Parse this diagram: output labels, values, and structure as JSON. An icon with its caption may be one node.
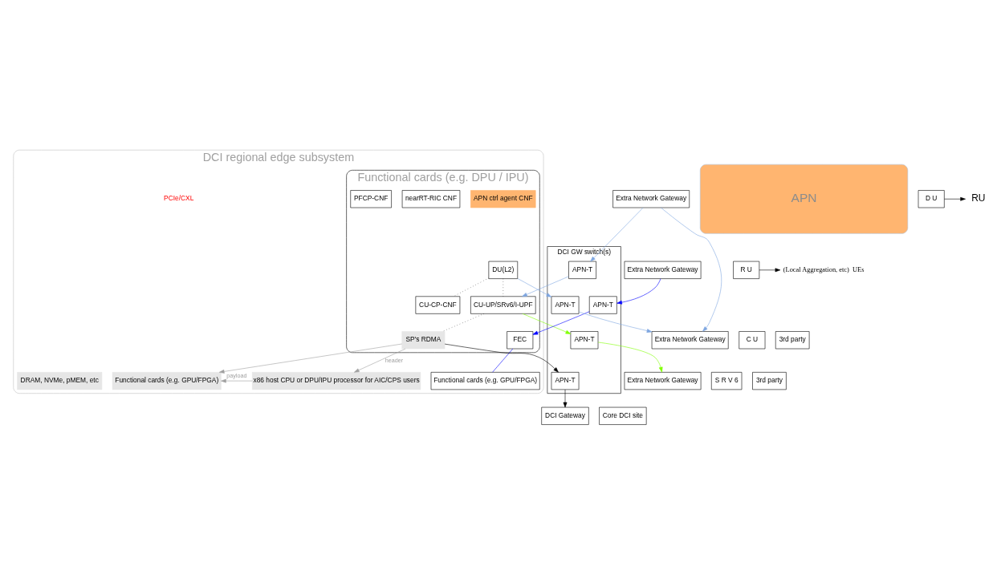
{
  "diagram": {
    "nodes": [
      {
        "text": [
          "DCI regional edge subsystem"
        ]
      },
      {
        "text": [
          "Functional cards (e.g. GPU/FPGA)"
        ],
        "in": 0
      },
      {
        "text": [
          "DRAM, NVMe, pMEM, etc"
        ],
        "in": 0
      },
      {
        "text": [
          "Functional cards (e.g. GPU/FPGA)"
        ],
        "in": 0
      },
      {
        "text": [
          "x86 host CPU or DPU/IPU processor for AIC/CPS users"
        ],
        "in": 0
      },
      {
        "text": [
          "Functional cards (e.g. DPU / IPU)"
        ],
        "in": 0
      },
      {
        "text": [
          "APN ctrl agent CNF"
        ],
        "in": 5
      },
      {
        "text": [
          "nearRT-RIC CNF"
        ],
        "in": 5
      },
      {
        "text": [
          "CU-CP-CNF"
        ],
        "in": 5
      },
      {
        "text": [
          "PFCP-CNF"
        ],
        "in": 5
      },
      {
        "text": [
          "FEC"
        ],
        "in": 5
      },
      {
        "text": [
          "DU(L2)"
        ],
        "in": 5
      },
      {
        "text": [
          "CU-UP/SRv6/I-UPF"
        ],
        "in": 5
      },
      {
        "text": [
          "SP's RDMA"
        ],
        "in": 5
      },
      {
        "text": [
          "DCI GW switch(s)"
        ]
      },
      {
        "text": [
          "APN-T"
        ],
        "in": 14
      },
      {
        "text": [
          "APN-T"
        ],
        "in": 14
      },
      {
        "text": [
          "APN-T"
        ],
        "in": 14
      },
      {
        "text": [
          "APN-T"
        ],
        "in": 14
      },
      {
        "text": [
          "APN-T"
        ],
        "in": 14
      },
      {
        "text": [
          "APN"
        ]
      },
      {
        "text": [
          "R U"
        ]
      },
      {
        "text": [
          "Extra Network Gateway"
        ]
      },
      {
        "text": [
          "D U"
        ]
      },
      {
        "text": [
          "Extra Network Gateway"
        ]
      },
      {
        "text": [
          "DCI Gateway"
        ]
      },
      {
        "text": [
          "Core DCI site"
        ]
      },
      {
        "text": [
          "Extra Network Gateway"
        ]
      },
      {
        "text": [
          "S R V 6"
        ]
      },
      {
        "text": [
          "3rd party"
        ]
      },
      {
        "text": [
          "Extra Network Gateway"
        ]
      },
      {
        "text": [
          "C U"
        ]
      },
      {
        "text": [
          "3rd party"
        ]
      },
      {
        "text": [
          "(Local Aggregation, etc)  UEs"
        ]
      },
      {
        "text": [
          "RU"
        ]
      }
    ],
    "edges": [
      {
        "from": 22,
        "to": 15,
        "arrow": "to",
        "color": "#0000ff"
      },
      {
        "from": 15,
        "to": 10,
        "arrow": "to",
        "color": "#0000ff"
      },
      {
        "from": 11,
        "to": 16,
        "arrow": "to",
        "color": "#7ea6e0"
      },
      {
        "from": 16,
        "to": 30,
        "arrow": "to",
        "color": "#7ea6e0"
      },
      {
        "from": 24,
        "to": 17,
        "arrow": "to",
        "color": "#7ea6e0"
      },
      {
        "from": 17,
        "to": 12,
        "arrow": "to",
        "color": "#7ea6e0"
      },
      {
        "from": 24,
        "to": 30,
        "arrow": "to",
        "color": "#7ea6e0"
      },
      {
        "from": 12,
        "to": 18,
        "arrow": "to",
        "color": "#80ff00"
      },
      {
        "from": 18,
        "to": 27,
        "arrow": "to",
        "color": "#80ff00"
      },
      {
        "from": 13,
        "to": 19,
        "arrow": "to"
      },
      {
        "from": 19,
        "to": 25,
        "arrow": "to"
      },
      {
        "from": 10,
        "to": 1,
        "arrow": "none",
        "color": "#0000ff"
      },
      {
        "from": 13,
        "to": 3,
        "arrow": "to",
        "color": "#a0a0a0"
      },
      {
        "from": 13,
        "to": 4,
        "arrow": "to",
        "color": "#a0a0a0",
        "label": "header"
      },
      {
        "from": 4,
        "to": 3,
        "arrow": "to",
        "color": "#a0a0a0",
        "label": "payload"
      },
      {
        "from": 11,
        "to": 8,
        "arrow": "none",
        "style": "dashed"
      },
      {
        "from": 11,
        "to": 12,
        "arrow": "none",
        "style": "dashed"
      },
      {
        "from": 12,
        "to": 13,
        "arrow": "none",
        "style": "dashed"
      },
      {
        "from": 21,
        "to": 33,
        "arrow": "to"
      },
      {
        "from": 23,
        "to": 34,
        "arrow": "to"
      }
    ],
    "labels": [
      "PCIe/CXL"
    ]
  }
}
